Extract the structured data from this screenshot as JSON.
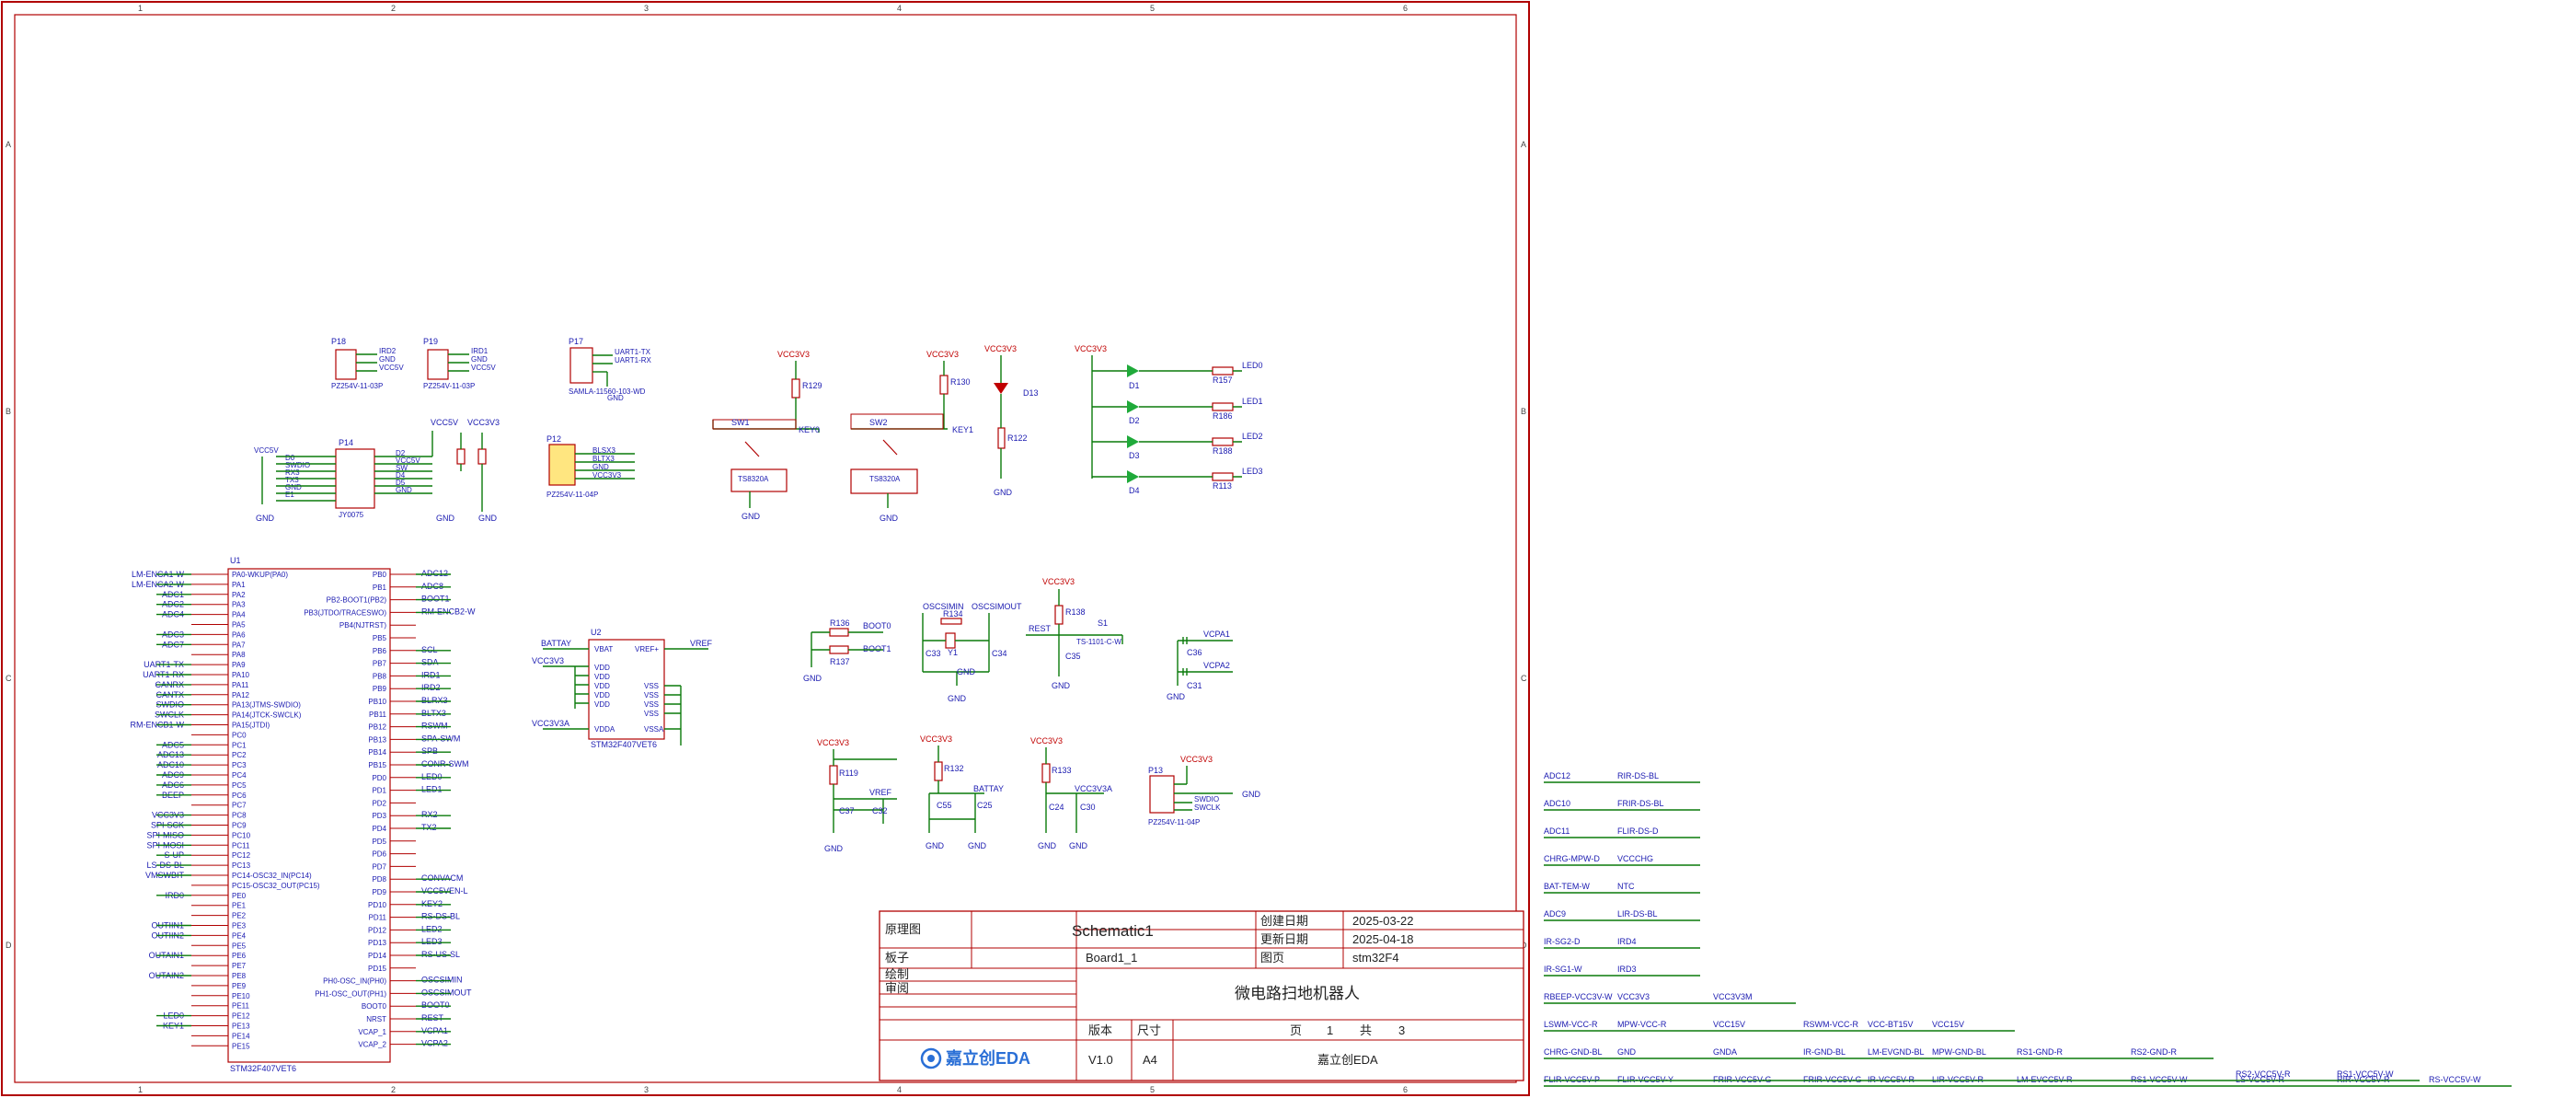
{
  "ruler": {
    "columns": [
      "1",
      "2",
      "3",
      "4",
      "5",
      "6"
    ],
    "rows": [
      "A",
      "B",
      "C",
      "D"
    ]
  },
  "title_block": {
    "label_schematic": "原理图",
    "schematic_name": "Schematic1",
    "label_board": "板子",
    "board_name": "Board1_1",
    "label_drawn": "绘制",
    "label_review": "审阅",
    "label_created": "创建日期",
    "created": "2025-03-22",
    "label_updated": "更新日期",
    "updated": "2025-04-18",
    "label_page_name": "图页",
    "page_name": "stm32F4",
    "project_title": "微电路扫地机器人",
    "label_version": "版本",
    "version": "V1.0",
    "label_size": "尺寸",
    "size": "A4",
    "label_page": "页",
    "page": "1",
    "label_of": "共",
    "total": "3",
    "logo": "嘉立创EDA",
    "company": "嘉立创EDA"
  },
  "connectors": [
    {
      "ref": "P18",
      "pins": [
        "IRD2",
        "GND",
        "VCC5V"
      ],
      "part": "PZ254V-11-03P"
    },
    {
      "ref": "P19",
      "pins": [
        "IRD1",
        "GND",
        "VCC5V"
      ],
      "part": "PZ254V-11-03P"
    },
    {
      "ref": "P17",
      "pins": [
        "UART1-TX",
        "UART1-RX",
        "GND"
      ],
      "part": "SAMLA-11560-103-WD"
    }
  ],
  "p14": {
    "ref": "P14",
    "part": "JY0075",
    "left": [
      "VCC5V",
      "D0",
      "SWDIO",
      "RX3",
      "TX3",
      "GND",
      "E1"
    ],
    "right": [
      "D2",
      "VCC5V",
      "SW",
      "D4",
      "D5",
      "GND"
    ]
  },
  "p12": {
    "ref": "P12",
    "part": "PZ254V-11-04P",
    "pins": [
      "BLSX3",
      "BLTX3",
      "GND",
      "VCC3V3"
    ]
  },
  "power": {
    "vcc3v3": "VCC3V3",
    "vcc5v": "VCC5V",
    "gnd": "GND"
  },
  "switches": [
    {
      "ref": "SW1",
      "part": "TS8320A",
      "res": "R129",
      "key": "KEY0"
    },
    {
      "ref": "SW2",
      "part": "TS8320A",
      "res": "R130",
      "key": "KEY1"
    }
  ],
  "leds": [
    {
      "ref": "D13",
      "res": "R122"
    },
    {
      "ref": "D1",
      "res": "R157",
      "net": "LED0"
    },
    {
      "ref": "D2",
      "res": "R186",
      "net": "LED1"
    },
    {
      "ref": "D3",
      "res": "R188",
      "net": "LED2"
    },
    {
      "ref": "D4",
      "res": "R113",
      "net": "LED3"
    }
  ],
  "mcu": {
    "ref": "U1",
    "part": "STM32F407VET6",
    "left": [
      "LM-ENCA1-W",
      "LM-ENCA2-W",
      "ADC1",
      "ADC2",
      "ADC4",
      "",
      "ADC3",
      "ADC7",
      "",
      "UART1-TX",
      "UART1-RX",
      "CANRX",
      "CANTX",
      "SWDIO",
      "SWCLK",
      "RM-ENCB1-W",
      "",
      "ADC5",
      "ADC13",
      "ADC10",
      "ADC9",
      "ADC6",
      "BEEP",
      "",
      "VCC3V3",
      "SPI-SCK",
      "SPI-MISO",
      "SPI-MOSI",
      "S-UP",
      "LS-DS-BL",
      "VMSWBIT",
      "",
      "IRD0",
      "",
      "",
      "OUTIIN1",
      "OUTIIN2",
      "",
      "OUTAIN1",
      "",
      "OUTAIN2",
      "",
      "",
      "",
      "LED0",
      "KEY1"
    ],
    "left_pins": [
      "PA0-WKUP(PA0)",
      "PA1",
      "PA2",
      "PA3",
      "PA4",
      "PA5",
      "PA6",
      "PA7",
      "PA8",
      "PA9",
      "PA10",
      "PA11",
      "PA12",
      "PA13(JTMS-SWDIO)",
      "PA14(JTCK-SWCLK)",
      "PA15(JTDI)",
      "PC0",
      "PC1",
      "PC2",
      "PC3",
      "PC4",
      "PC5",
      "PC6",
      "PC7",
      "PC8",
      "PC9",
      "PC10",
      "PC11",
      "PC12",
      "PC13",
      "PC14-OSC32_IN(PC14)",
      "PC15-OSC32_OUT(PC15)",
      "PE0",
      "PE1",
      "PE2",
      "PE3",
      "PE4",
      "PE5",
      "PE6",
      "PE7",
      "PE8",
      "PE9",
      "PE10",
      "PE11",
      "PE12",
      "PE13",
      "PE14",
      "PE15"
    ],
    "right_pins": [
      "PB0",
      "PB1",
      "PB2-BOOT1(PB2)",
      "PB3(JTDO/TRACESWO)",
      "PB4(NJTRST)",
      "PB5",
      "PB6",
      "PB7",
      "PB8",
      "PB9",
      "PB10",
      "PB11",
      "PB12",
      "PB13",
      "PB14",
      "PB15",
      "PD0",
      "PD1",
      "PD2",
      "PD3",
      "PD4",
      "PD5",
      "PD6",
      "PD7",
      "PD8",
      "PD9",
      "PD10",
      "PD11",
      "PD12",
      "PD13",
      "PD14",
      "PD15",
      "PH0-OSC_IN(PH0)",
      "PH1-OSC_OUT(PH1)",
      "BOOT0",
      "NRST",
      "VCAP_1",
      "VCAP_2"
    ],
    "right": [
      "ADC12",
      "ADC8",
      "BOOT1",
      "RM-ENCB2-W",
      "",
      "",
      "SCL",
      "SDA",
      "IRD1",
      "IRD2",
      "BLRX3",
      "BLTX3",
      "RSWM",
      "SPA-SWM",
      "SPB",
      "CONR-SWM",
      "LED0",
      "LED1",
      "",
      "RX2",
      "TX2",
      "",
      "",
      "",
      "CONVACM",
      "VCC5VEN-L",
      "KEY2",
      "RS-DS-BL",
      "LED2",
      "LED3",
      "RS-US-SL",
      "",
      "OSCSIMIN",
      "OSCSIMOUT",
      "BOOT0",
      "REST",
      "VCPA1",
      "VCPA2"
    ]
  },
  "u2": {
    "ref": "U2",
    "part": "STM32F407VET6",
    "left": [
      "VBAT",
      "VDD",
      "VDD",
      "VDD",
      "VDD",
      "VDD",
      "VDDA"
    ],
    "right": [
      "VREF+",
      "VSS",
      "VSS",
      "VSS",
      "VSS",
      "VSSA"
    ],
    "nets": [
      "BATTAY",
      "VCC3V3",
      "VCC3V3A",
      "VREF"
    ]
  },
  "boot": {
    "nets": [
      "BOOT0",
      "BOOT1"
    ],
    "res": [
      "R136",
      "R137"
    ]
  },
  "osc": {
    "nets": [
      "OSCSIMIN",
      "OSCSIMOUT"
    ],
    "res": "R134",
    "xtal": "Y1",
    "caps": [
      "C33",
      "C34"
    ]
  },
  "reset": {
    "net": "REST",
    "res": "R138",
    "sw": "S1",
    "part": "TS-1101-C-W",
    "cap": "C35"
  },
  "vcap": {
    "nets": [
      "VCPA1",
      "VCPA2"
    ],
    "caps": [
      "C36",
      "C31"
    ]
  },
  "filters": [
    {
      "res": "R119",
      "caps": [
        "C37",
        "C32"
      ],
      "net": "VREF"
    },
    {
      "res": "R132",
      "caps": [
        "C55",
        "C25"
      ],
      "net": "BATTAY"
    },
    {
      "res": "R133",
      "caps": [
        "C24",
        "C30"
      ],
      "net": "VCC3V3A"
    }
  ],
  "p13": {
    "ref": "P13",
    "part": "PZ254V-11-04P",
    "pins": [
      "VCC3V3",
      "SWDIO",
      "SWCLK",
      "GND"
    ]
  },
  "net_table": [
    [
      "ADC12",
      "RIR-DS-BL"
    ],
    [
      "ADC10",
      "FRIR-DS-BL"
    ],
    [
      "ADC11",
      "FLIR-DS-D"
    ],
    [
      "CHRG-MPW-D",
      "VCCCHG"
    ],
    [
      "BAT-TEM-W",
      "NTC"
    ],
    [
      "ADC9",
      "LIR-DS-BL"
    ],
    [
      "IR-SG2-D",
      "IRD4"
    ],
    [
      "IR-SG1-W",
      "IRD3"
    ],
    [
      "RBEEP-VCC3V-W",
      "VCC3V3",
      "VCC3V3M"
    ],
    [
      "LSWM-VCC-R",
      "MPW-VCC-R",
      "VCC15V",
      "RSWM-VCC-R",
      "VCC-BT15V",
      "VCC15V"
    ],
    [
      "CHRG-GND-BL",
      "GND",
      "GNDA",
      "IR-GND-BL",
      "LM-EVGND-BL",
      "MPW-GND-BL",
      "RS1-GND-R",
      "RS2-GND-R"
    ],
    [
      "FLIR-VCC5V-P",
      "FLIR-VCC5V-Y",
      "FRIR-VCC5V-G",
      "FRIR-VCC5V-G",
      "IR-VCC5V-R",
      "LIR-VCC5V-R",
      "LM-EVCC5V-R",
      "RS1-VCC5V-W",
      "LS-VCC5V-R",
      "RIR-VCC5V-R",
      "RS-VCC5V-W"
    ],
    [
      "",
      "",
      "",
      "",
      "",
      "",
      "",
      "",
      "RS2-VCC5V-R",
      "RS1-VCC5V-W"
    ]
  ],
  "colors": {
    "border": "#b00000",
    "wire": "#0a7a0a",
    "label": "#1a1ab0",
    "body": "#b00000",
    "led": "#1faa3a"
  }
}
